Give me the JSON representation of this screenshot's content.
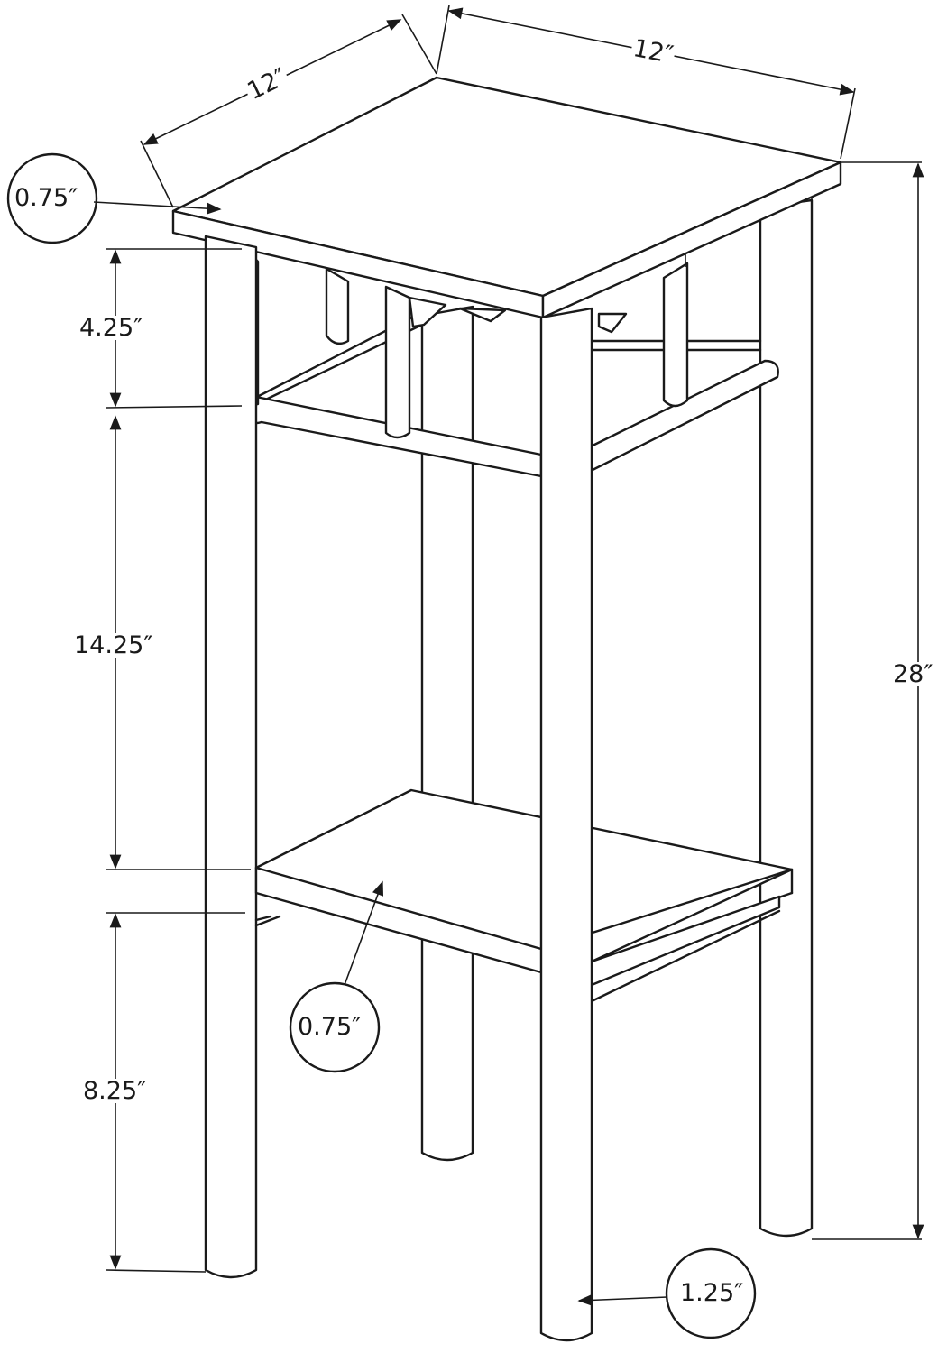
{
  "dimensions": {
    "top_depth": "12″",
    "top_width": "12″",
    "top_thickness": "0.75″",
    "apron_height": "4.25″",
    "middle_gap": "14.25″",
    "total_height": "28″",
    "shelf_thickness": "0.75″",
    "bottom_clearance": "8.25″",
    "leg_diameter": "1.25″"
  }
}
